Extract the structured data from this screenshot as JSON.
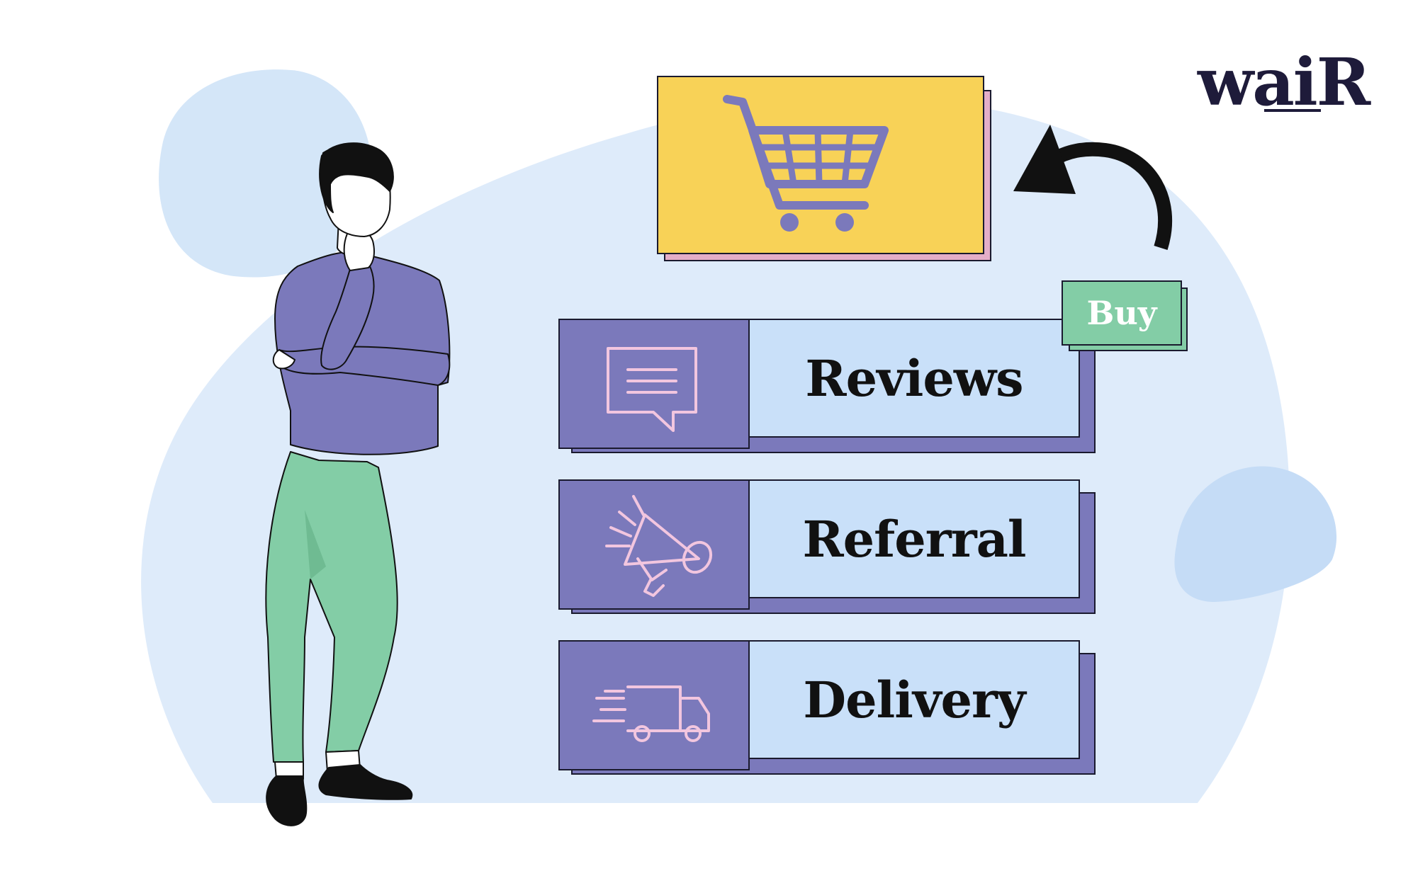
{
  "brand": {
    "logo_text": "waiR"
  },
  "buy_tag": {
    "label": "Buy"
  },
  "features": [
    {
      "label": "Reviews",
      "icon": "chat-bubble-icon"
    },
    {
      "label": "Referral",
      "icon": "megaphone-icon"
    },
    {
      "label": "Delivery",
      "icon": "delivery-truck-icon"
    }
  ],
  "colors": {
    "background_blob": "#deebfa",
    "blob_accent": "#c5dcf6",
    "cart_card": "#f8d257",
    "cart_card_shadow": "#e4aec8",
    "cart_icon": "#7b79bb",
    "feature_icon_panel": "#7b79bb",
    "feature_label_panel": "#c9e0f9",
    "icon_stroke": "#f2c6df",
    "buy_tag": "#83cda6",
    "sweater": "#7b79bb",
    "pants": "#83cda6",
    "arrow": "#111111"
  }
}
